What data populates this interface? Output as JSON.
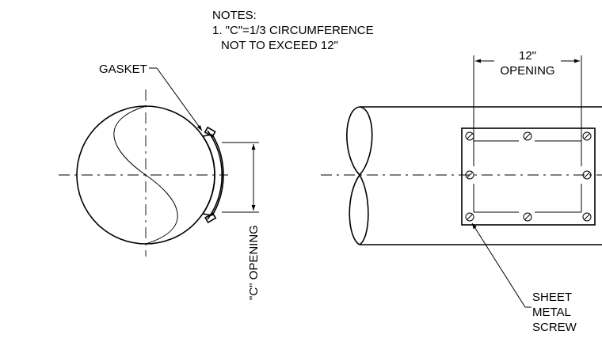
{
  "notes": {
    "heading": "NOTES:",
    "line1": "1. \"C\"=1/3 CIRCUMFERENCE",
    "line2": "NOT TO EXCEED 12\""
  },
  "labels": {
    "gasket": "GASKET",
    "c_opening": "\"C\" OPENING",
    "width_value": "12\"",
    "width_label": "OPENING",
    "screw_line1": "SHEET",
    "screw_line2": "METAL",
    "screw_line3": "SCREW"
  }
}
